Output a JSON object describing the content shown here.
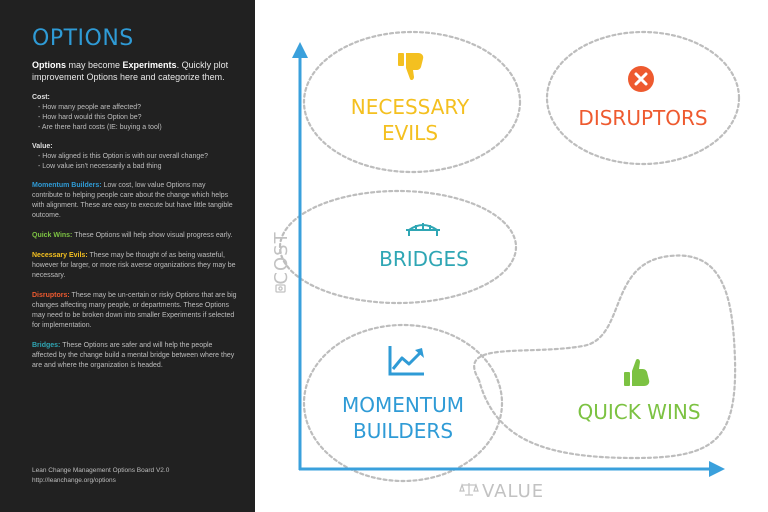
{
  "panel": {
    "title": "OPTIONS",
    "intro": {
      "bold1": "Options",
      "text1": " may become ",
      "bold2": "Experiments",
      "text2": ". Quickly plot improvement Options here and categorize them."
    },
    "cost_section": {
      "title": "Cost:",
      "bullets": [
        "How many people are affected?",
        "How hard would this Option be?",
        "Are there hard costs (IE: buying a tool)"
      ]
    },
    "value_section": {
      "title": "Value:",
      "bullets": [
        "How aligned is this Option is with our overall change?",
        "Low value isn't necessarily a bad thing"
      ]
    },
    "categories": [
      {
        "label": "Momentum Builders:",
        "color": "#2f9bd6",
        "text": " Low cost, low value Options may contribute to helping people care about the change which helps with alignment. These are easy to execute but have little tangible outcome."
      },
      {
        "label": "Quick Wins:",
        "color": "#7cc242",
        "text": " These Options will help show visual progress early."
      },
      {
        "label": "Necessary Evils:",
        "color": "#f4c020",
        "text": " These may be thought of as being wasteful, however for larger, or more risk averse organizations they may be necessary."
      },
      {
        "label": "Disruptors:",
        "color": "#ee5a2f",
        "text": " These may be un-certain or risky Options that are big changes affecting many people, or departments. These Options may need to be broken down into smaller Experiments if selected for implementation."
      },
      {
        "label": "Bridges:",
        "color": "#2fa6b4",
        "text": " These Options are safer and will help the people affected by the change build a mental bridge between where they are and where the organization is headed."
      }
    ],
    "footer": {
      "line1": "Lean Change Management Options Board  V2.0",
      "line2": "http://leanchange.org/options"
    }
  },
  "board": {
    "axis_color": "#3aa0dc",
    "y_axis_label": "COST",
    "x_axis_label": "VALUE",
    "zones": {
      "necessary_evils": {
        "line1": "NECESSARY",
        "line2": "EVILS",
        "color": "#f4c020",
        "icon": "thumbs-down-icon"
      },
      "disruptors": {
        "label": "DISRUPTORS",
        "color": "#ee5a2f",
        "icon": "x-circle-icon"
      },
      "bridges": {
        "label": "BRIDGES",
        "color": "#2fa6b4",
        "icon": "bridge-icon"
      },
      "momentum_builders": {
        "line1": "MOMENTUM",
        "line2": "BUILDERS",
        "color": "#2f9bd6",
        "icon": "trending-up-icon"
      },
      "quick_wins": {
        "label": "QUICK WINS",
        "color": "#7cc242",
        "icon": "thumbs-up-icon"
      }
    }
  }
}
